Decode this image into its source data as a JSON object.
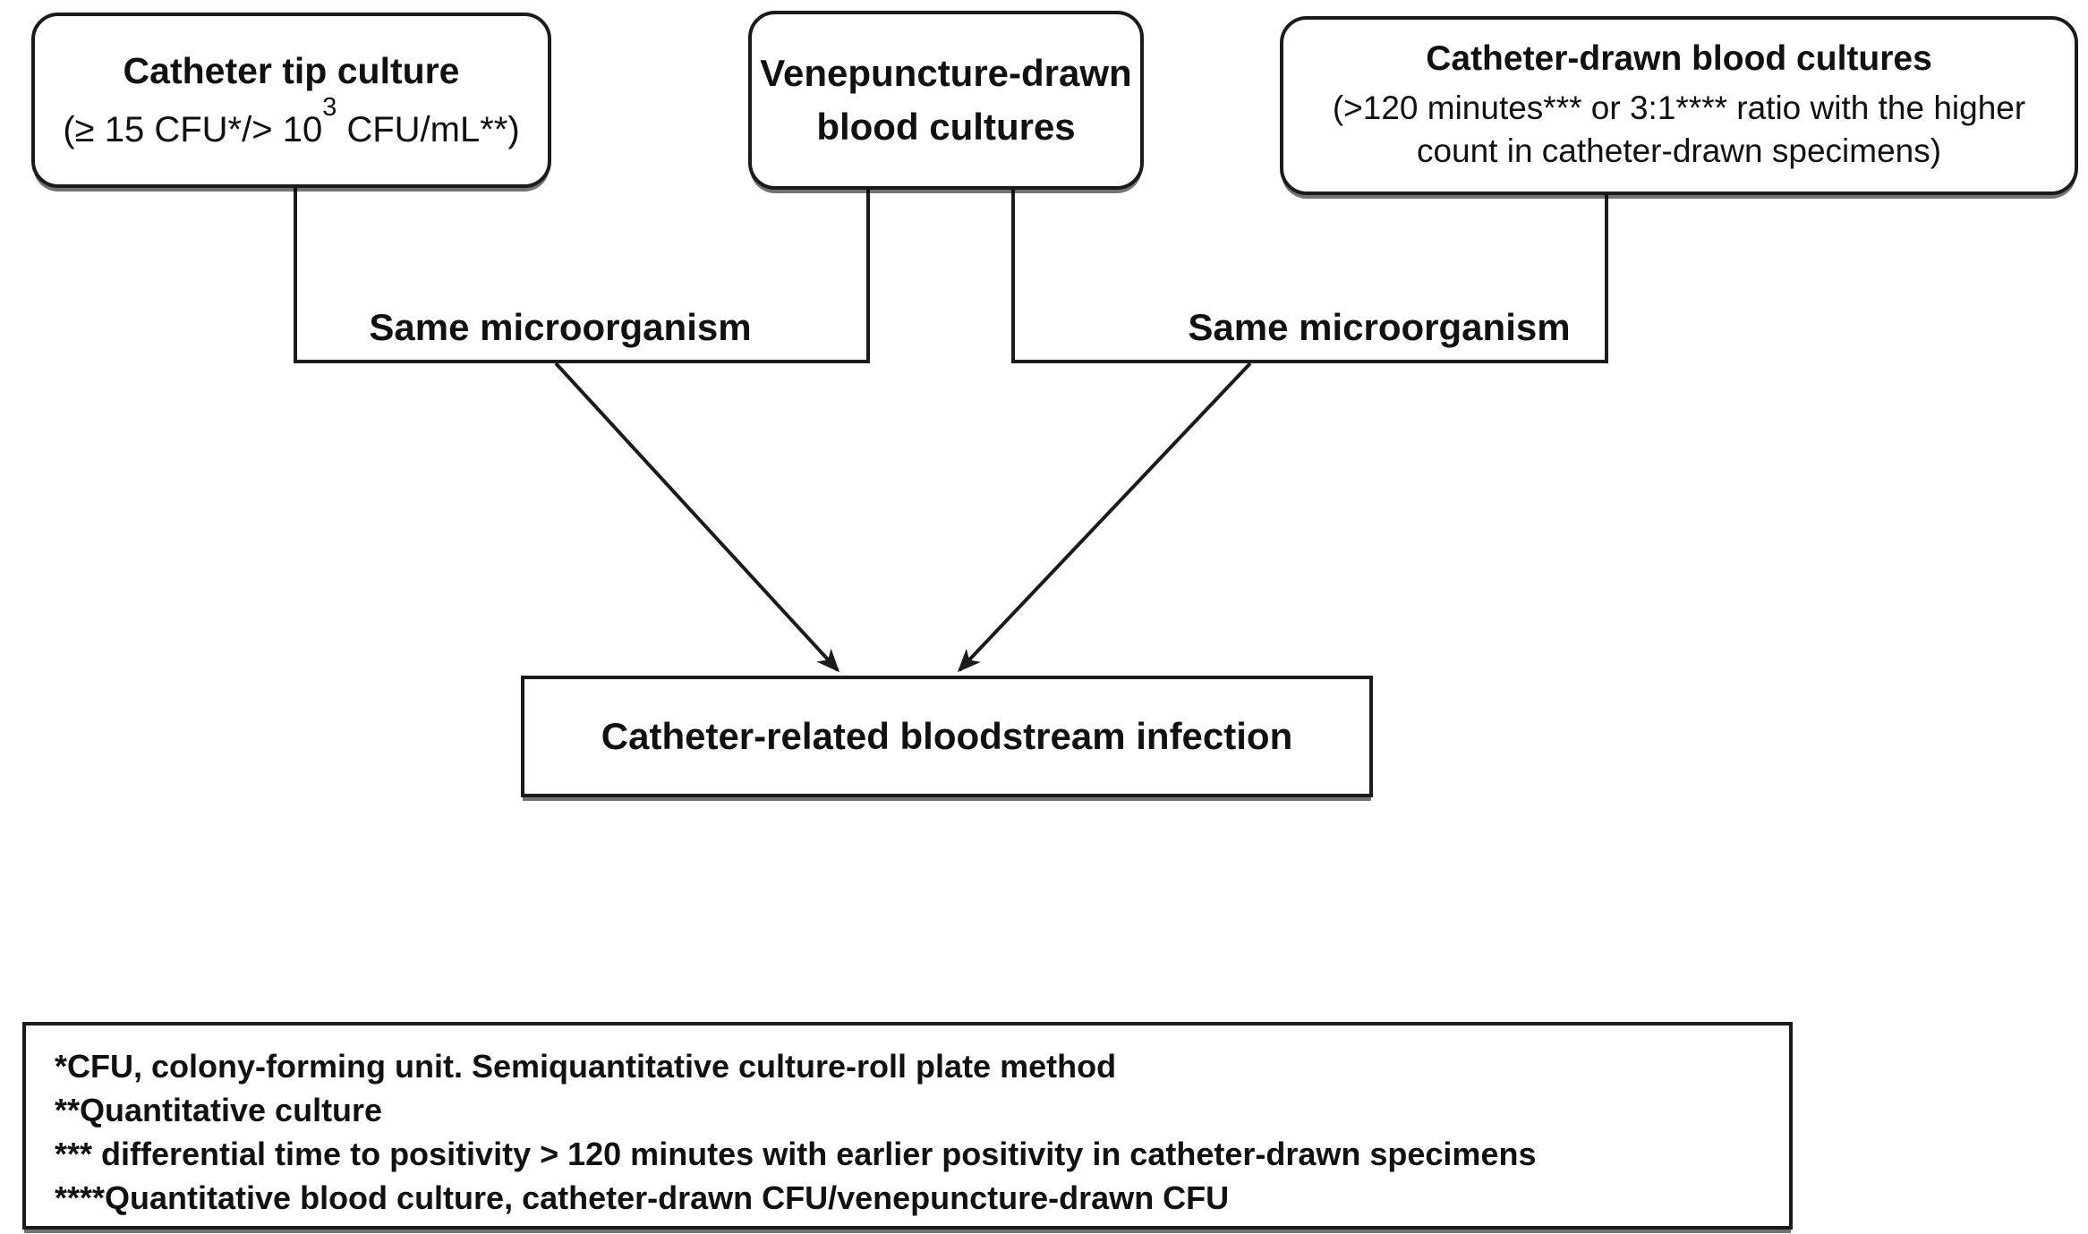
{
  "diagram": {
    "boxes": {
      "catheter_tip": {
        "title": "Catheter tip culture",
        "criteria_prefix": "(≥ 15 CFU*/> 10",
        "criteria_superscript": "3",
        "criteria_suffix": " CFU/mL**)"
      },
      "venepuncture": {
        "title_lines": [
          "Venepuncture-drawn",
          "blood cultures"
        ]
      },
      "catheter_drawn": {
        "title": "Catheter-drawn blood cultures",
        "criteria_lines": [
          "(>120 minutes*** or 3:1**** ratio with the higher",
          "count in catheter-drawn specimens)"
        ]
      },
      "outcome": {
        "title": "Catheter-related bloodstream infection"
      }
    },
    "connector_labels": {
      "left": "Same microorganism",
      "right": "Same microorganism"
    },
    "footnotes": [
      "*CFU, colony-forming unit. Semiquantitative culture-roll plate method",
      "**Quantitative culture",
      "*** differential time to positivity > 120 minutes with earlier positivity in catheter-drawn specimens",
      "****Quantitative blood culture, catheter-drawn CFU/venepuncture-drawn CFU"
    ],
    "colors": {
      "ink": "#1b1b1b",
      "background": "#ffffff"
    }
  }
}
